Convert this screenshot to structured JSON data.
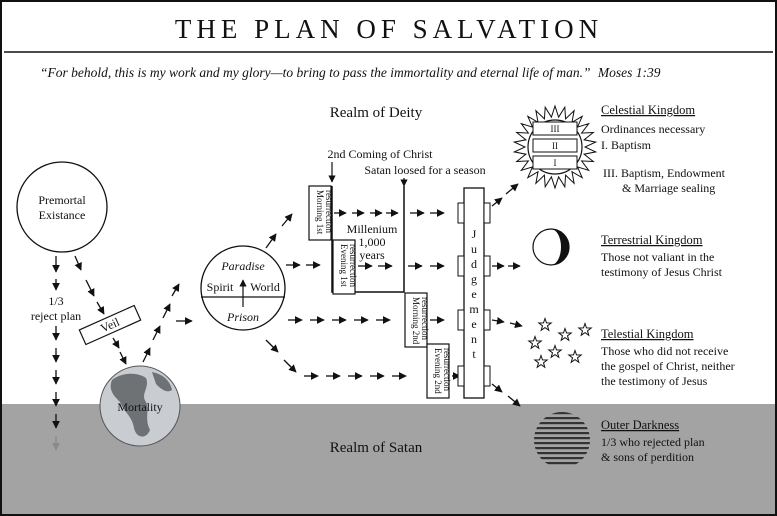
{
  "title": "THE PLAN OF SALVATION",
  "quote": "“For behold, this is my work and my glory—to bring to pass the immortality and eternal life of man.”",
  "quote_ref": "Moses 1:39",
  "realm_deity": "Realm of Deity",
  "realm_satan": "Realm of Satan",
  "premortal": [
    "Premortal",
    "Existance"
  ],
  "reject": [
    "1/3",
    "reject plan"
  ],
  "veil": "Veil",
  "mortality": "Mortality",
  "spirit_world": {
    "paradise": "Paradise",
    "spirit": "Spirit",
    "world": "World",
    "prison": "Prison"
  },
  "second_coming": "2nd Coming of Christ",
  "satan_loosed": "Satan loosed for a season",
  "millenium": [
    "Millenium",
    "1,000",
    "years"
  ],
  "resurrections": {
    "morning_1st": [
      "Morning 1st",
      "resurrection"
    ],
    "evening_1st": [
      "Evening 1st",
      "resurrection"
    ],
    "morning_2nd": [
      "Morning 2nd",
      "resurrection"
    ],
    "evening_2nd": [
      "Evening 2nd",
      "resurrection"
    ]
  },
  "judgement": [
    "J",
    "u",
    "d",
    "g",
    "e",
    "m",
    "e",
    "n",
    "t"
  ],
  "celestial": {
    "heading": "Celestial Kingdom",
    "line1": "Ordinances necessary",
    "line2": "I.   Baptism",
    "line3": "III. Baptism, Endowment",
    "line4": "& Marriage sealing",
    "levels": [
      "III",
      "II",
      "I"
    ]
  },
  "terrestrial": {
    "heading": "Terrestrial Kingdom",
    "line1": "Those not valiant in the",
    "line2": "testimony of Jesus Christ"
  },
  "telestial": {
    "heading": "Telestial Kingdom",
    "line1": "Those who did not receive",
    "line2": "the gospel of Christ, neither",
    "line3": "the testimony of Jesus"
  },
  "outer": {
    "heading": "Outer Darkness",
    "line1": "1/3 who rejected plan",
    "line2": "& sons of perdition"
  },
  "colors": {
    "satan_band": "#a3a3a3",
    "border": "#111111",
    "earth_ocean": "#c9ccd0",
    "earth_land": "#6f7275"
  }
}
